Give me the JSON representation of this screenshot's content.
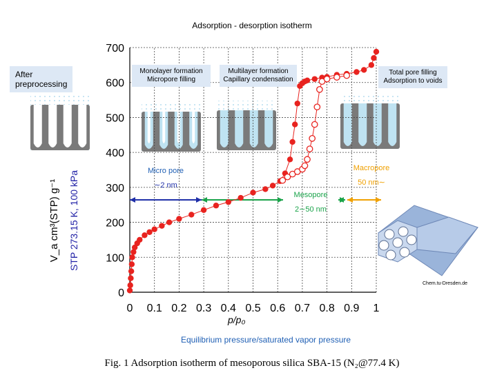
{
  "title": "Adsorption - desorption isotherm",
  "caption": "Fig. 1 Adsorption isotherm of mesoporous silica SBA-15 (N₂@77.4 K)",
  "x_description": "Equilibrium pressure/saturated vapor pressure",
  "y_label_main": "V_a cm³(STP) g⁻¹",
  "y_label_sub": "STP 273.15  K, 100 kPa",
  "after_preprocessing": "After\npreprocessing",
  "stages": [
    {
      "line1": "Monolayer formation",
      "line2": "Micropore filling"
    },
    {
      "line1": "Multilayer formation",
      "line2": "Capillary condensation"
    },
    {
      "line1": "Total pore filling",
      "line2": "Adsorption to voids"
    }
  ],
  "pore_ranges": [
    {
      "name": "Micro pore",
      "size": "∼2 nm",
      "color": "#1f2fa8"
    },
    {
      "name": "Mesopore",
      "size": "2∼50 nm",
      "color": "#1aa34a"
    },
    {
      "name": "Macropore",
      "size": "50 nm∼",
      "color": "#f0a000"
    }
  ],
  "credit": "Chem.tu-Dresden.de",
  "colors": {
    "adsorption": "#e8231f",
    "desorption": "#e8231f",
    "pore_fill": "#bfe3f2",
    "wall": "#7a7a7a"
  },
  "chart_data": {
    "type": "scatter",
    "xlabel": "p/p₀",
    "xlim": [
      0,
      1
    ],
    "ylim": [
      0,
      700
    ],
    "xticks": [
      "0",
      "0.1",
      "0.2",
      "0.3",
      "0.4",
      "0.5",
      "0.6",
      "0.7",
      "0.8",
      "0.9",
      "1"
    ],
    "yticks": [
      "0",
      "100",
      "200",
      "300",
      "400",
      "500",
      "600",
      "700"
    ],
    "grid": true,
    "series": [
      {
        "style": "filled",
        "x": [
          0.0,
          0.002,
          0.004,
          0.006,
          0.008,
          0.01,
          0.015,
          0.02,
          0.03,
          0.04,
          0.06,
          0.08,
          0.1,
          0.13,
          0.16,
          0.2,
          0.25,
          0.3,
          0.35,
          0.4,
          0.45,
          0.5,
          0.55,
          0.58,
          0.61,
          0.63,
          0.65,
          0.66,
          0.67,
          0.68,
          0.69,
          0.7,
          0.71,
          0.72,
          0.75,
          0.78,
          0.8,
          0.84,
          0.88,
          0.92,
          0.95,
          0.98,
          0.99,
          1.0
        ],
        "y": [
          5,
          20,
          40,
          60,
          80,
          100,
          115,
          128,
          140,
          150,
          163,
          172,
          180,
          190,
          200,
          210,
          222,
          235,
          248,
          258,
          270,
          285,
          295,
          305,
          318,
          340,
          380,
          430,
          480,
          540,
          590,
          598,
          603,
          606,
          610,
          614,
          616,
          622,
          625,
          630,
          636,
          650,
          670,
          688
        ]
      },
      {
        "style": "open",
        "x": [
          0.62,
          0.64,
          0.66,
          0.68,
          0.7,
          0.71,
          0.72,
          0.73,
          0.74,
          0.75,
          0.76,
          0.77,
          0.78,
          0.8,
          0.84,
          0.88
        ],
        "y": [
          320,
          330,
          338,
          345,
          352,
          362,
          380,
          410,
          440,
          480,
          530,
          580,
          603,
          610,
          615,
          620
        ]
      }
    ]
  }
}
